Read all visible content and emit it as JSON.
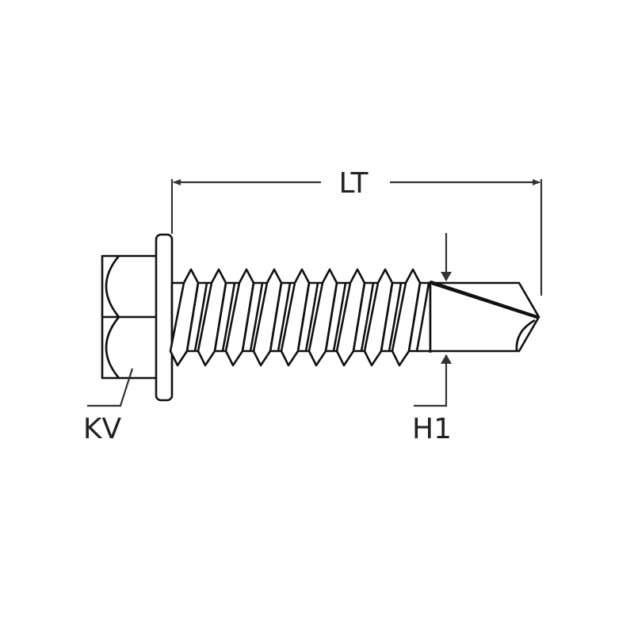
{
  "labels": {
    "length": "LT",
    "head_size": "KV",
    "thread_diameter": "H1"
  },
  "colors": {
    "line": "#111111",
    "dimension": "#333333",
    "background": "#ffffff"
  }
}
